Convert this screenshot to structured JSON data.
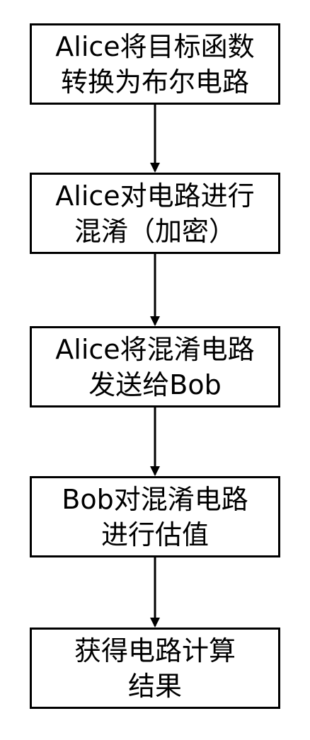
{
  "steps": [
    {
      "lines": [
        "Alice将目标函数",
        "转换为布尔电路"
      ]
    },
    {
      "lines": [
        "Alice对电路进行",
        "混淆（加密）"
      ]
    },
    {
      "lines": [
        "Alice将混淆电路",
        "发送给Bob"
      ]
    },
    {
      "lines": [
        "Bob对混淆电路",
        "进行估值"
      ]
    },
    {
      "lines": [
        "获得电路计算",
        "结果"
      ]
    }
  ],
  "colors": {
    "stroke": "#000000",
    "background": "#ffffff"
  }
}
